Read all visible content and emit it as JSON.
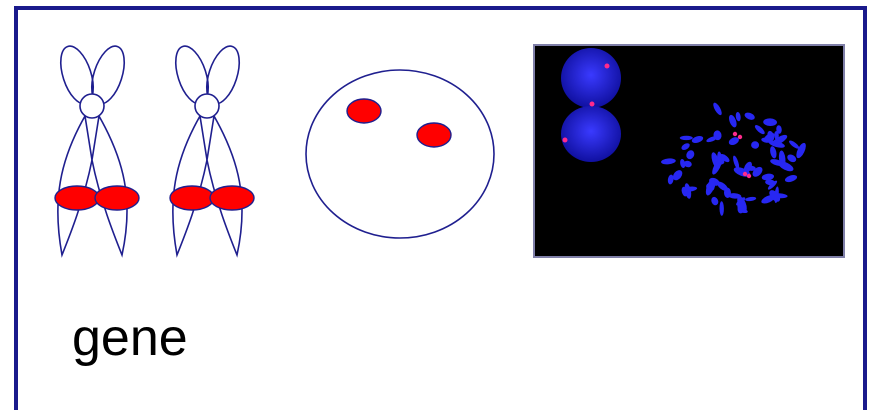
{
  "caption": {
    "text": "gene"
  },
  "colors": {
    "frame": "#1a1a8c",
    "outline": "#1f1f8f",
    "probe": "#ff0000",
    "dapi": "#2a2aff",
    "fish_signal": "#ff2a8c"
  },
  "figures": {
    "chromosome_pair": "chromosome-pair-with-probe",
    "interphase_nucleus": "interphase-nucleus-with-two-signals",
    "fish_micrograph": "fish-metaphase-micrograph"
  }
}
